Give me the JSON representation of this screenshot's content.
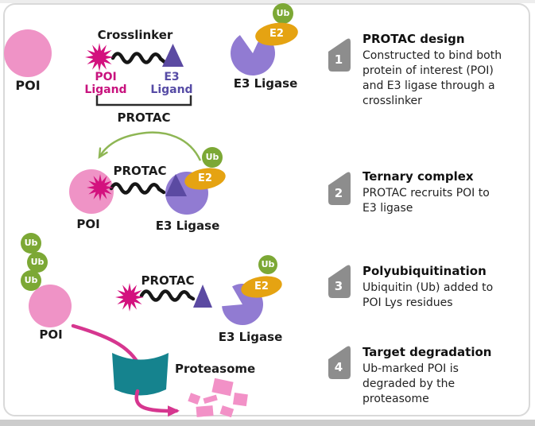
{
  "labels": {
    "crosslinker": "Crosslinker",
    "poi": "POI",
    "poi_ligand": "POI\nLigand",
    "e3_ligand": "E3\nLigand",
    "protac": "PROTAC",
    "e3_ligase": "E3 Ligase",
    "e2": "E2",
    "ub": "Ub",
    "proteasome": "Proteasome"
  },
  "steps": [
    {
      "number": "1",
      "title": "PROTAC design",
      "description": "Constructed to bind both\nprotein of interest (POI)\nand E3 ligase through a\ncrosslinker"
    },
    {
      "number": "2",
      "title": "Ternary complex",
      "description": "PROTAC recruits POI to\nE3 ligase"
    },
    {
      "number": "3",
      "title": "Polyubiquitination",
      "description": "Ubiquitin (Ub) added to\nPOI Lys residues"
    },
    {
      "number": "4",
      "title": "Target degradation",
      "description": "Ub-marked POI is\ndegraded by the\nproteasome"
    }
  ],
  "colors": {
    "poi_pink": "#ef93c6",
    "ligand_star_magenta": "#d3117e",
    "e3_ligand_triangle_purple": "#5b4aa2",
    "e3_ligase_purple": "#917bd2",
    "e2_orange": "#e5a312",
    "ub_green": "#7ca835",
    "proteasome_teal": "#15838e",
    "fragment_pink": "#f291c7",
    "badge_gray": "#8d8d8d",
    "recruit_arrow_green": "#8eb654",
    "degrade_arrow_pink": "#d6368f",
    "linker_black": "#161616"
  }
}
